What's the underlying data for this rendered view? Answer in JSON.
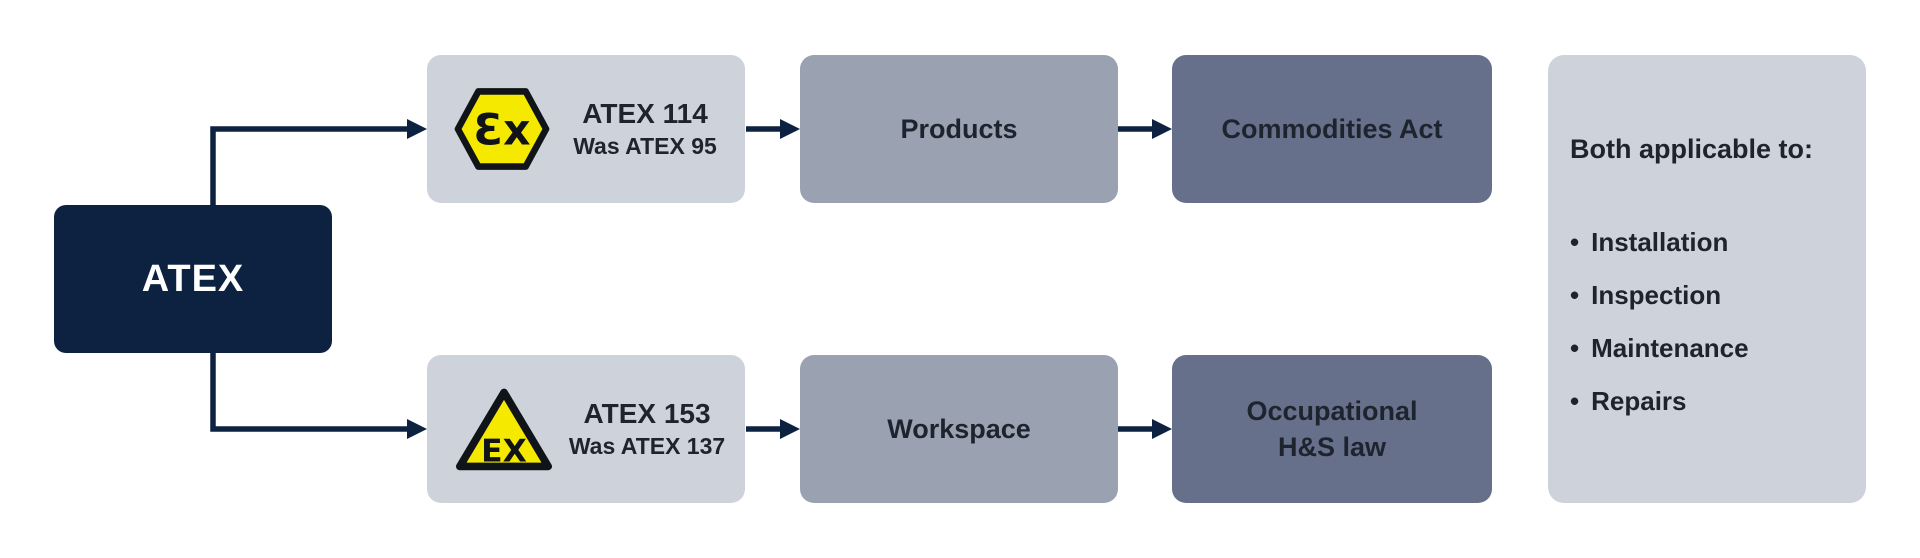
{
  "diagram": {
    "root": {
      "label": "ATEX"
    },
    "rows": [
      {
        "source": {
          "title": "ATEX 114",
          "subtitle": "Was ATEX 95",
          "icon": "ex-hexagon-icon",
          "icon_text": "Ɛx"
        },
        "middle": {
          "label": "Products"
        },
        "target": {
          "label": "Commodities Act"
        }
      },
      {
        "source": {
          "title": "ATEX 153",
          "subtitle": "Was ATEX 137",
          "icon": "ex-triangle-icon",
          "icon_text": "EX"
        },
        "middle": {
          "label": "Workspace"
        },
        "target": {
          "label": "Occupational H&S law"
        }
      }
    ],
    "side_panel": {
      "title": "Both applicable to:",
      "bullet_char": "•",
      "items": [
        "Installation",
        "Inspection",
        "Maintenance",
        "Repairs"
      ]
    },
    "colors": {
      "navy": "#0d2240",
      "light_gray": "#ced3db",
      "medium_gray": "#9aa2b2",
      "slate": "#67708a",
      "text": "#1e242e",
      "yellow": "#f5e900",
      "white": "#ffffff",
      "background": "#ffffff"
    }
  }
}
